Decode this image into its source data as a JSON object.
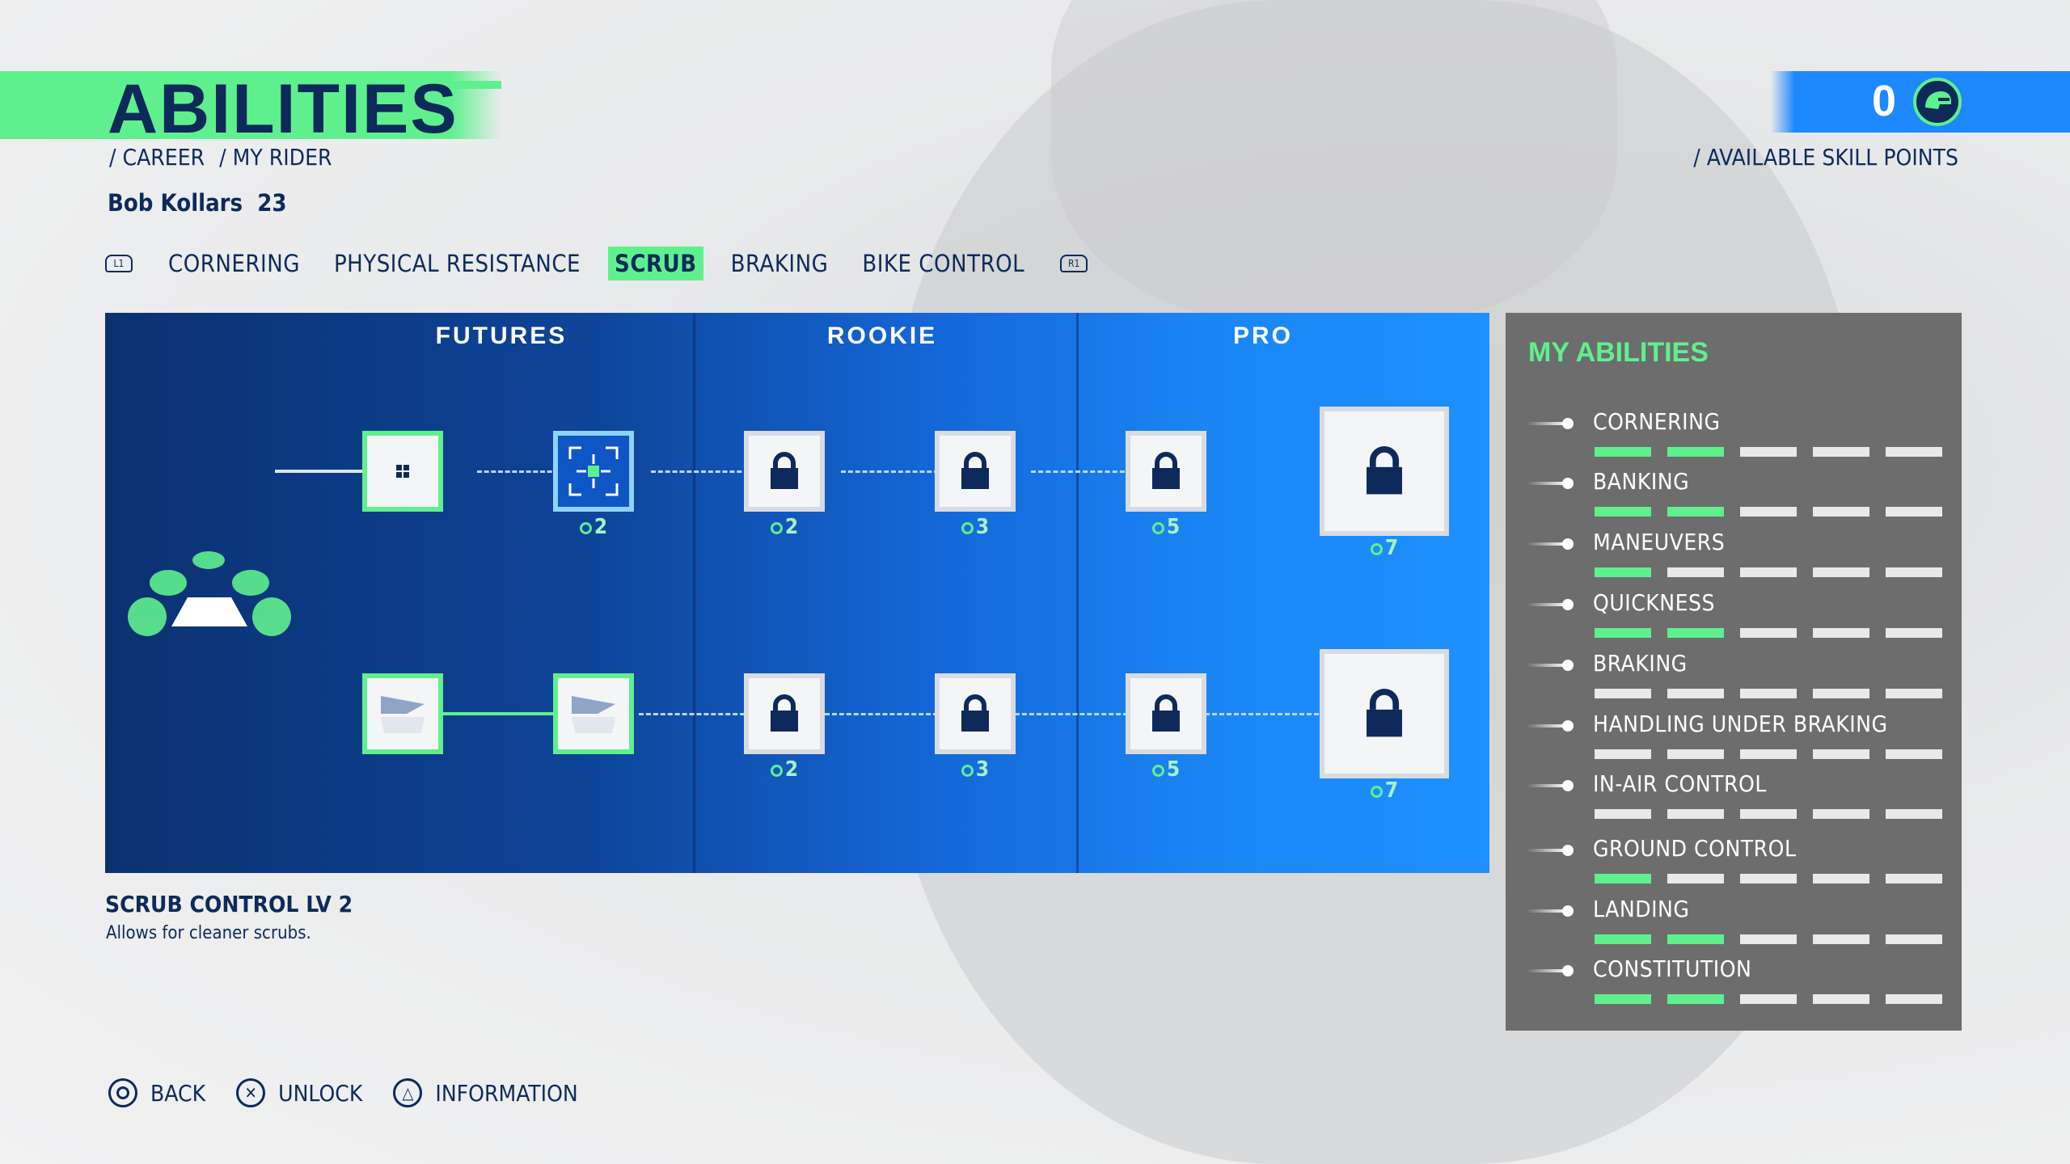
{
  "header": {
    "title": "ABILITIES",
    "breadcrumb": [
      "/ CAREER",
      "/ MY RIDER"
    ],
    "rider_name": "Bob Kollars",
    "rider_number": "23"
  },
  "skill_points": {
    "count": "0",
    "label": "/ AVAILABLE SKILL POINTS"
  },
  "tabs": {
    "left_shoulder": "L1",
    "right_shoulder": "R1",
    "items": [
      "CORNERING",
      "PHYSICAL RESISTANCE",
      "SCRUB",
      "BRAKING",
      "BIKE CONTROL"
    ],
    "active": "SCRUB"
  },
  "tree": {
    "tiers": [
      "FUTURES",
      "ROOKIE",
      "PRO"
    ],
    "row1_costs": [
      "2",
      "2",
      "3",
      "5",
      "7"
    ],
    "row2_costs": [
      "2",
      "3",
      "5",
      "7"
    ]
  },
  "selected": {
    "title": "SCRUB CONTROL LV 2",
    "description": "Allows for cleaner scrubs."
  },
  "abilities_panel": {
    "title": "MY ABILITIES",
    "items": [
      {
        "name": "CORNERING",
        "level": 2
      },
      {
        "name": "BANKING",
        "level": 2
      },
      {
        "name": "MANEUVERS",
        "level": 1
      },
      {
        "name": "QUICKNESS",
        "level": 2
      },
      {
        "name": "BRAKING",
        "level": 0
      },
      {
        "name": "HANDLING UNDER BRAKING",
        "level": 0
      },
      {
        "name": "IN-AIR CONTROL",
        "level": 0
      },
      {
        "name": "GROUND CONTROL",
        "level": 1
      },
      {
        "name": "LANDING",
        "level": 2
      },
      {
        "name": "CONSTITUTION",
        "level": 2
      }
    ],
    "max_level": 5
  },
  "footer": {
    "back": "BACK",
    "unlock": "UNLOCK",
    "information": "INFORMATION"
  },
  "colors": {
    "accent_green": "#5ff08e",
    "navy": "#0d2a5a",
    "blue": "#1e88ff"
  }
}
